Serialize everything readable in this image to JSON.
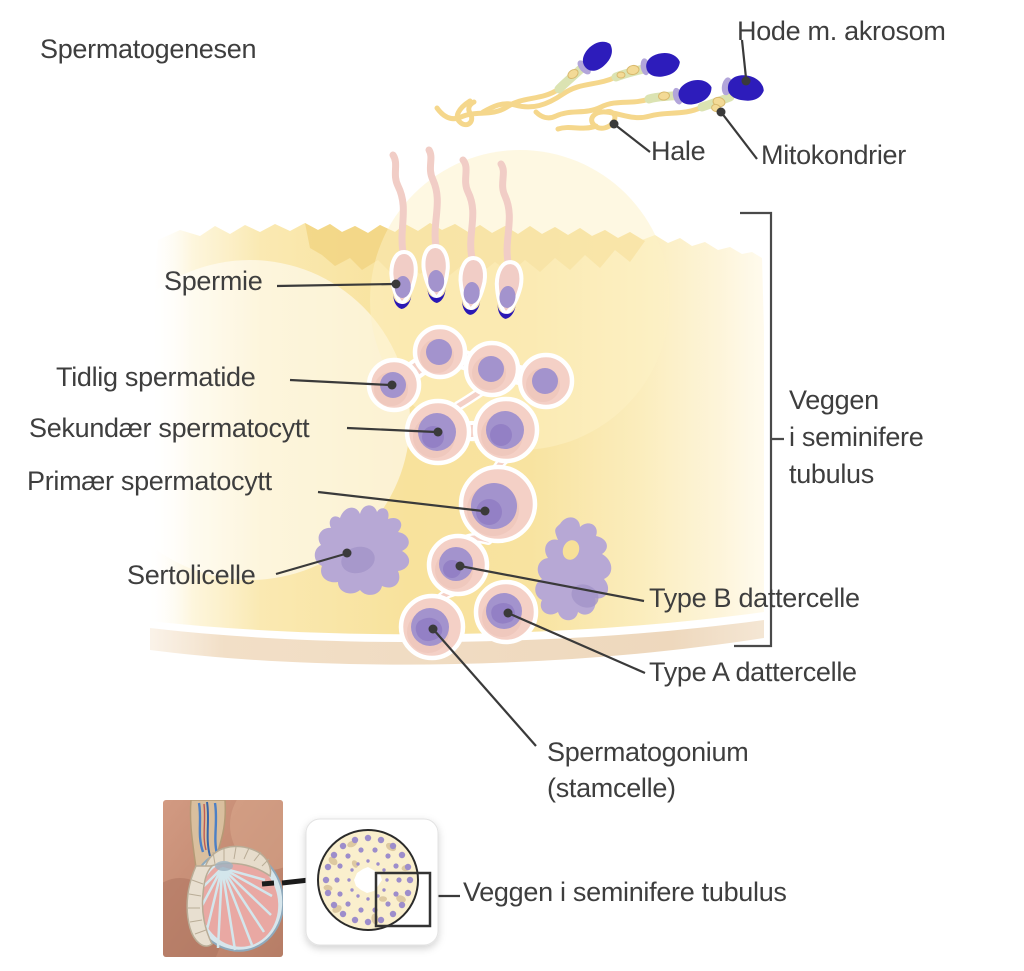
{
  "title": "Spermatogenesen",
  "labels": {
    "head": "Hode m. akrosom",
    "tail": "Hale",
    "mitochondria": "Mitokondrier",
    "sperm": "Spermie",
    "early_spermatid": "Tidlig spermatide",
    "secondary_spermatocyte": "Sekundær spermatocytt",
    "primary_spermatocyte": "Primær spermatocytt",
    "sertoli_cell": "Sertolicelle",
    "wall_bracket_line1": "Veggen",
    "wall_bracket_line2": "i seminifere",
    "wall_bracket_line3": "tubulus",
    "type_b_daughter": "Type B dattercelle",
    "type_a_daughter": "Type A dattercelle",
    "spermatogonium_line1": "Spermatogonium",
    "spermatogonium_line2": "(stamcelle)",
    "wall_caption": "Veggen i seminifere tubulus"
  },
  "colors": {
    "text": "#3e3e3e",
    "line": "#3a3a3a",
    "acrosome": "#2d1cbb",
    "acrosome-embedded": "#2a18b5",
    "neck-band": "#b2a5da",
    "midpiece-green": "#dbe3b2",
    "tail-yellow": "#f5d78c",
    "mito": "#f3da96",
    "sperm-pink": "#f1cdc6",
    "cell-pink": "#f4d0c6",
    "cell-pink-dark": "#eabfb4",
    "nucleus": "#a393cd",
    "nucleus-dark": "#8d7ac1",
    "sertoli": "#b7a8d5",
    "sertoli-dark": "#a294c8",
    "wall-yellow": "#f7e098",
    "wall-top": "#f2d584",
    "membrane": "#f1dec6",
    "circle-fill": "#faefcd",
    "circle-dot": "#9d8dcb",
    "circle-blob": "#d9c49c"
  }
}
